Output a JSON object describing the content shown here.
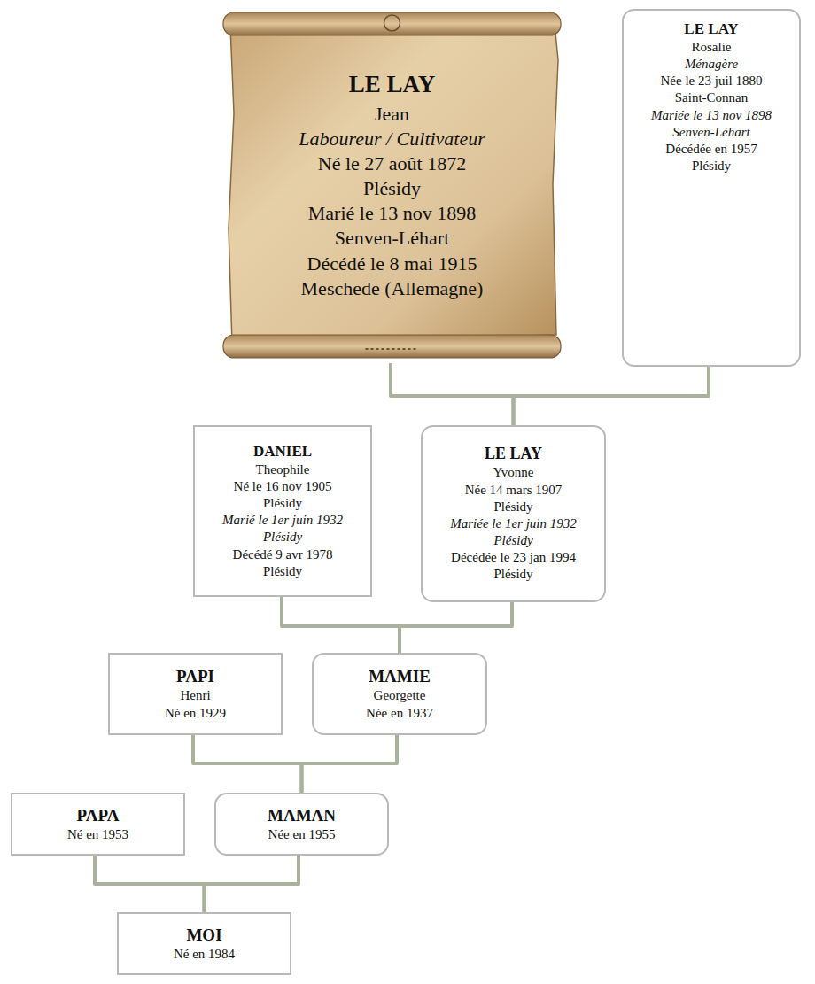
{
  "diagram": {
    "nodes": [
      {
        "text": [
          "LE LAY",
          "Jean",
          "Laboureur / Cultivateur",
          "Né le 27 août 1872",
          "Plésidy",
          "Marié le 13 nov 1898",
          "Senven-Léhart",
          "Décédé le 8 mai 1915",
          "Meschede (Allemagne)"
        ]
      },
      {
        "text": [
          "LE LAY",
          "Rosalie",
          "Ménagère",
          "Née le 23 juil 1880",
          "Saint-Connan",
          "Mariée le 13 nov 1898",
          "Senven-Léhart",
          "Décédée en 1957",
          "Plésidy"
        ]
      },
      {
        "text": [
          "DANIEL",
          "Theophile",
          "Né le 16 nov 1905",
          "Plésidy",
          "Marié le 1er juin 1932",
          "Plésidy",
          "Décédé 9 avr 1978",
          "Plésidy"
        ]
      },
      {
        "text": [
          "LE LAY",
          "Yvonne",
          "Née 14 mars 1907",
          "Plésidy",
          "Mariée le 1er juin 1932",
          "Plésidy",
          "Décédée le 23 jan 1994",
          "Plésidy"
        ]
      },
      {
        "text": [
          "PAPI",
          "Henri",
          "Né en 1929"
        ]
      },
      {
        "text": [
          "MAMIE",
          "Georgette",
          "Née en 1937"
        ]
      },
      {
        "text": [
          "PAPA",
          "Né en 1953"
        ]
      },
      {
        "text": [
          "MAMAN",
          "Née en 1955"
        ]
      },
      {
        "text": [
          "MOI",
          "Né en 1984"
        ]
      }
    ],
    "edges": [
      {
        "from": 0,
        "to": 3,
        "arrow": "none"
      },
      {
        "from": 1,
        "to": 3,
        "arrow": "none"
      },
      {
        "from": 2,
        "to": 5,
        "arrow": "none"
      },
      {
        "from": 3,
        "to": 5,
        "arrow": "none"
      },
      {
        "from": 4,
        "to": 7,
        "arrow": "none"
      },
      {
        "from": 5,
        "to": 7,
        "arrow": "none"
      },
      {
        "from": 6,
        "to": 8,
        "arrow": "none"
      },
      {
        "from": 7,
        "to": 8,
        "arrow": "none"
      }
    ]
  }
}
